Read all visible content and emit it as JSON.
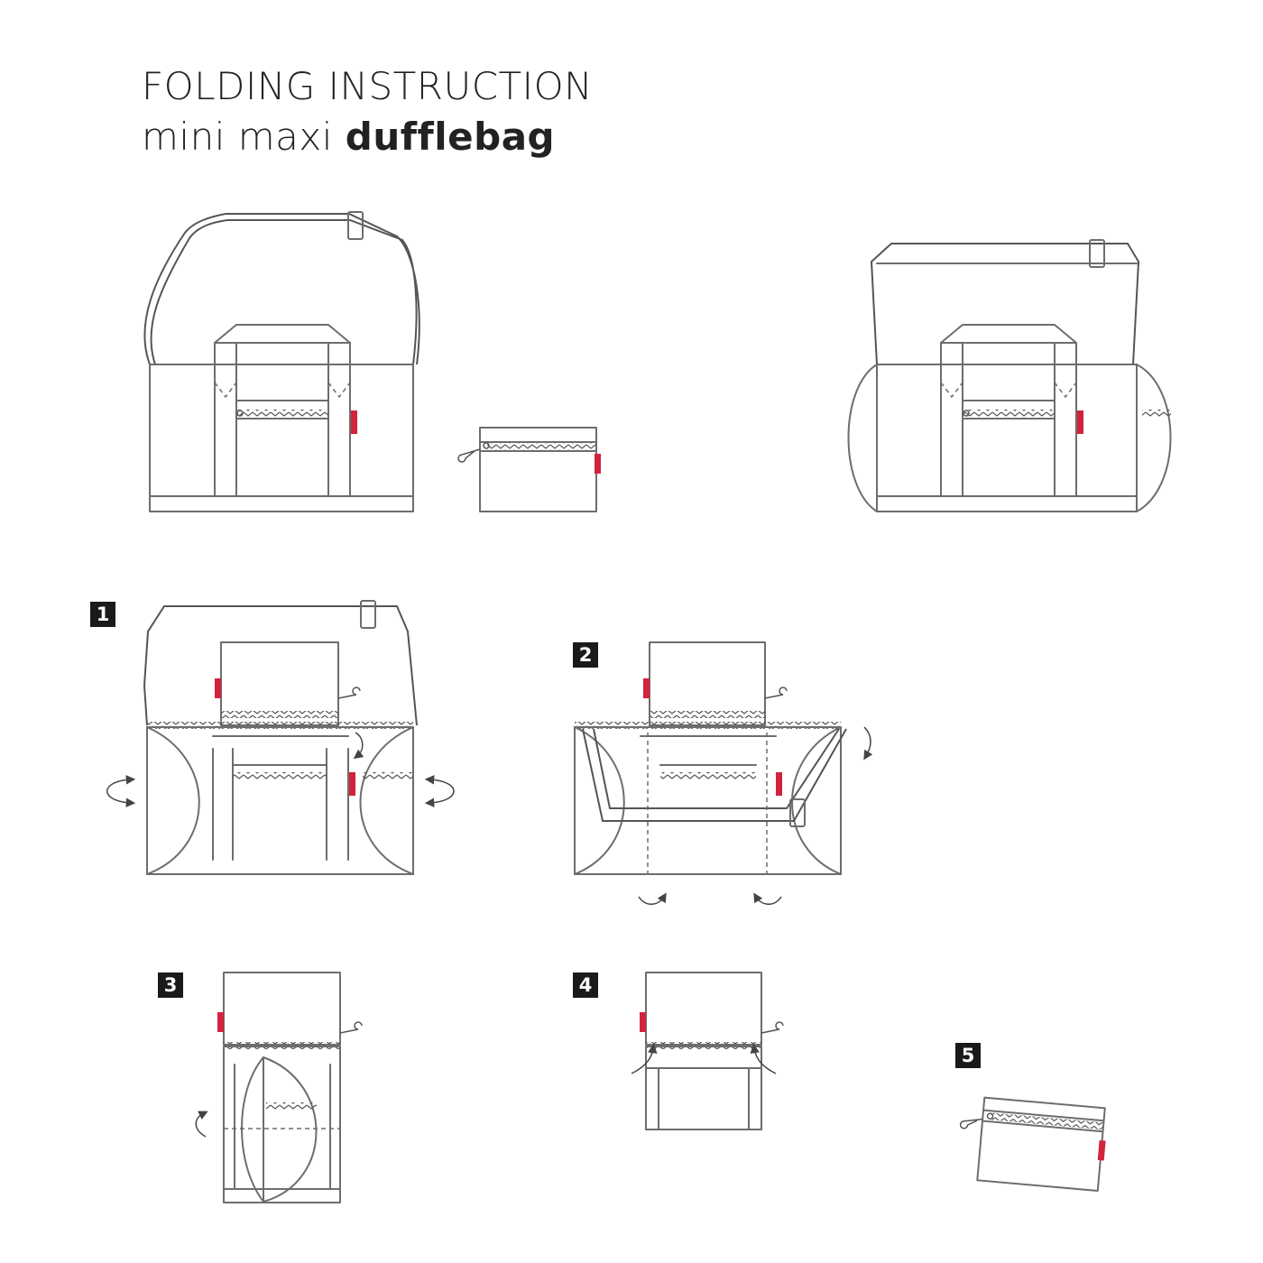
{
  "title": {
    "line1": "FOLDING INSTRUCTION",
    "line2_light": "mini maxi ",
    "line2_bold": "dufflebag"
  },
  "steps": [
    {
      "number": "1"
    },
    {
      "number": "2"
    },
    {
      "number": "3"
    },
    {
      "number": "4"
    },
    {
      "number": "5"
    }
  ],
  "colors": {
    "outline": "#6d6d6d",
    "tag": "#d3223c",
    "badge": "#1a1a1a"
  }
}
